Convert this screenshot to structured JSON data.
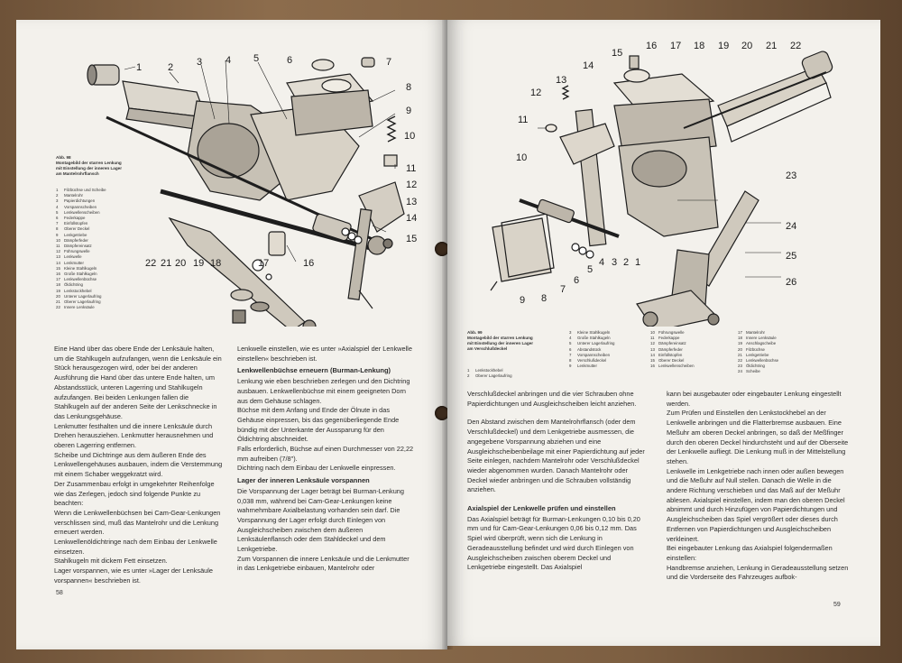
{
  "left_page": {
    "caption": {
      "title": "Abb. 98",
      "lines": [
        "Montagebild der starren Lenkung",
        "mit Einstellung der inneren Lager",
        "am Mantelrohrflansch"
      ]
    },
    "parts": [
      {
        "n": "1",
        "label": "Filzbüchse und Scheibe"
      },
      {
        "n": "2",
        "label": "Mantelrohr"
      },
      {
        "n": "3",
        "label": "Papierdichtungen"
      },
      {
        "n": "4",
        "label": "Vorspannscheiben"
      },
      {
        "n": "5",
        "label": "Lenkwellenscheiben"
      },
      {
        "n": "6",
        "label": "Federkappe"
      },
      {
        "n": "7",
        "label": "Einfüllstopfen"
      },
      {
        "n": "8",
        "label": "Oberer Deckel"
      },
      {
        "n": "9",
        "label": "Lenkgetriebe"
      },
      {
        "n": "10",
        "label": "Dämpferfeder"
      },
      {
        "n": "11",
        "label": "Dämpfereinsatz"
      },
      {
        "n": "12",
        "label": "Führungswelle"
      },
      {
        "n": "13",
        "label": "Lenkwelle"
      },
      {
        "n": "14",
        "label": "Lenkmutter"
      },
      {
        "n": "15",
        "label": "Kleine Stahlkugeln"
      },
      {
        "n": "16",
        "label": "Große Stahlkugeln"
      },
      {
        "n": "17",
        "label": "Lenkwellenbüchse"
      },
      {
        "n": "18",
        "label": "Öldichtring"
      },
      {
        "n": "19",
        "label": "Lenkstockhebel"
      },
      {
        "n": "20",
        "label": "Unterer Lagerlaufring"
      },
      {
        "n": "21",
        "label": "Oberer Lagerlaufring"
      },
      {
        "n": "22",
        "label": "Innere Lenksäule"
      }
    ],
    "col1": [
      "Eine Hand über das obere Ende der Lenksäule halten, um die Stahlkugeln aufzufangen, wenn die Lenksäule ein Stück herausgezogen wird, oder bei der anderen Ausführung die Hand über das untere Ende halten, um Abstandsstück, unteren Lagerring und Stahlkugeln aufzufangen. Bei beiden Lenkungen fallen die Stahlkugeln auf der anderen Seite der Lenkschnecke in das Lenkungsgehäuse.",
      "Lenkmutter festhalten und die innere Lenksäule durch Drehen herausziehen. Lenkmutter herausnehmen und oberen Lagerring entfernen.",
      "Scheibe und Dichtringe aus dem äußeren Ende des Lenkwellengehäuses ausbauen, indem die Verstemmung mit einem Schaber weggekratzt wird.",
      "Der Zusammenbau erfolgt in umgekehrter Reihenfolge wie das Zerlegen, jedoch sind folgende Punkte zu beachten:",
      "Wenn die Lenkwellenbüchsen bei Cam-Gear-Lenkungen verschlissen sind, muß das Mantelrohr und die Lenkung erneuert werden.",
      "Lenkwellenöldichtringe nach dem Einbau der Lenkwelle einsetzen.",
      "Stahlkugeln mit dickem Fett einsetzen.",
      "Lager vorspannen, wie es unter »Lager der Lenksäule vorspannen« beschrieben ist."
    ],
    "col2_intro": "Lenkwelle einstellen, wie es unter »Axialspiel der Lenkwelle einstellen« beschrieben ist.",
    "h1": "Lenkwellenbüchse erneuern (Burman-Lenkung)",
    "col2_p1": "Lenkung wie eben beschrieben zerlegen und den Dichtring ausbauen. Lenkwellenbüchse mit einem geeigneten Dorn aus dem Gehäuse schlagen.",
    "col2_p2": "Büchse mit dem Anfang und Ende der Ölnute in das Gehäuse einpressen, bis das gegenüberliegende Ende bündig mit der Unterkante der Aussparung für den Öldichtring abschneidet.",
    "col2_p3": "Falls erforderlich, Büchse auf einen Durchmesser von 22,22 mm aufreiben (7/8\").",
    "col2_p4": "Dichtring nach dem Einbau der Lenkwelle einpressen.",
    "h2": "Lager der inneren Lenksäule vorspannen",
    "col2_p5": "Die Vorspannung der Lager beträgt bei Burman-Lenkung 0,038 mm, während bei Cam-Gear-Lenkungen keine wahrnehmbare Axialbelastung vorhanden sein darf. Die Vorspannung der Lager erfolgt durch Einlegen von Ausgleichscheiben zwischen dem äußeren Lenksäulenflansch oder dem Stahldeckel und dem Lenkgetriebe.",
    "col2_p6": "Zum Vorspannen die innere Lenksäule und die Lenkmutter in das Lenkgetriebe einbauen, Mantelrohr oder",
    "page_no": "58"
  },
  "right_page": {
    "caption": {
      "title": "Abb. 99",
      "lines": [
        "Montagebild der starren Lenkung",
        "mit Einstellung der inneren Lager",
        "am Verschlußdeckel"
      ]
    },
    "parts_a": [
      {
        "n": "1",
        "label": "Lenkstockhebel"
      },
      {
        "n": "2",
        "label": "Oberer Lagerlaufring"
      }
    ],
    "parts_b": [
      {
        "n": "3",
        "label": "Kleine Stahlkugeln"
      },
      {
        "n": "4",
        "label": "Große Stahlkugeln"
      },
      {
        "n": "5",
        "label": "Unterer Lagerlaufring"
      },
      {
        "n": "6",
        "label": "Abstandstück"
      },
      {
        "n": "7",
        "label": "Vorspannscheiben"
      },
      {
        "n": "8",
        "label": "Verschlußdeckel"
      },
      {
        "n": "9",
        "label": "Lenkmutter"
      }
    ],
    "parts_c": [
      {
        "n": "10",
        "label": "Führungswelle"
      },
      {
        "n": "11",
        "label": "Federkappe"
      },
      {
        "n": "12",
        "label": "Dämpfereinsatz"
      },
      {
        "n": "13",
        "label": "Dämpferfeder"
      },
      {
        "n": "14",
        "label": "Einfüllstopfen"
      },
      {
        "n": "15",
        "label": "Oberer Deckel"
      },
      {
        "n": "16",
        "label": "Lenkwellenscheiben"
      }
    ],
    "parts_d": [
      {
        "n": "17",
        "label": "Mantelrohr"
      },
      {
        "n": "18",
        "label": "Innere Lenksäule"
      },
      {
        "n": "19",
        "label": "Anschlagscheibe"
      },
      {
        "n": "20",
        "label": "Filzbüchse"
      },
      {
        "n": "21",
        "label": "Lenkgetriebe"
      },
      {
        "n": "22",
        "label": "Lenkwellenbüchse"
      },
      {
        "n": "23",
        "label": "Öldichtring"
      },
      {
        "n": "24",
        "label": "Scheibe"
      }
    ],
    "col1_p1": "Verschlußdeckel anbringen und die vier Schrauben ohne Papierdichtungen und Ausgleichscheiben leicht anziehen.",
    "col1_p2": "Den Abstand zwischen dem Mantelrohrflansch (oder dem Verschlußdeckel) und dem Lenkgetriebe ausmessen, die angegebene Vorspannung abziehen und eine Ausgleichscheibenbeilage mit einer Papierdichtung auf jeder Seite einlegen, nachdem Mantelrohr oder Verschlußdeckel wieder abgenommen wurden. Danach Mantelrohr oder Deckel wieder anbringen und die Schrauben vollständig anziehen.",
    "h1": "Axialspiel der Lenkwelle prüfen und einstellen",
    "col1_p3": "Das Axialspiel beträgt für Burman-Lenkungen 0,10 bis 0,20 mm und für Cam-Gear-Lenkungen 0,06 bis 0,12 mm. Das Spiel wird überprüft, wenn sich die Lenkung in Geradeausstellung befindet und wird durch Einlegen von Ausgleichscheiben zwischen oberem Deckel und Lenkgetriebe eingestellt. Das Axialspiel",
    "col2_p1": "kann bei ausgebauter oder eingebauter Lenkung eingestellt werden.",
    "col2_p2": "Zum Prüfen und Einstellen den Lenkstockhebel an der Lenkwelle anbringen und die Flatterbremse ausbauen. Eine Meßuhr am oberen Deckel anbringen, so daß der Meßfinger durch den oberen Deckel hindurchsteht und auf der Oberseite der Lenkwelle aufliegt. Die Lenkung muß in der Mittelstellung stehen.",
    "col2_p3": "Lenkwelle im Lenkgetriebe nach innen oder außen bewegen und die Meßuhr auf Null stellen. Danach die Welle in die andere Richtung verschieben und das Maß auf der Meßuhr ablesen. Axialspiel einstellen, indem man den oberen Deckel abnimmt und durch Hinzufügen von Papierdichtungen und Ausgleichscheiben das Spiel vergrößert oder dieses durch Entfernen von Papierdichtungen und Ausgleichscheiben verkleinert.",
    "col2_p4": "Bei eingebauter Lenkung das Axialspiel folgendermaßen einstellen:",
    "col2_p5": "Handbremse anziehen, Lenkung in Geradeausstellung setzen und die Vorderseite des Fahrzeuges aufbok-",
    "page_no": "59"
  },
  "callouts_left": [
    "1",
    "2",
    "3",
    "4",
    "5",
    "6",
    "7",
    "8",
    "9",
    "10",
    "11",
    "12",
    "13",
    "14",
    "15",
    "16",
    "17",
    "18",
    "19",
    "20",
    "21",
    "22"
  ],
  "callouts_right": [
    "1",
    "2",
    "3",
    "4",
    "5",
    "6",
    "7",
    "8",
    "9",
    "10",
    "11",
    "12",
    "13",
    "14",
    "15",
    "16",
    "17",
    "18",
    "19",
    "20",
    "21",
    "22",
    "23",
    "24",
    "25",
    "26"
  ]
}
